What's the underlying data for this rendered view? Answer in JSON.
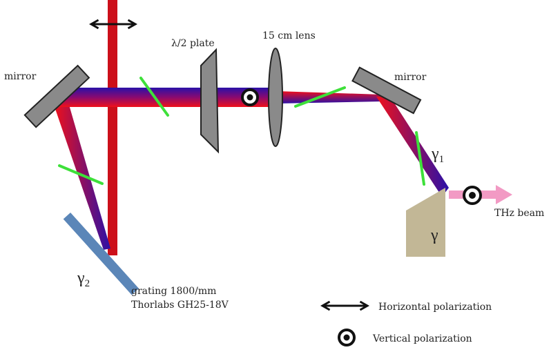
{
  "labels": {
    "mirror_left": "mirror",
    "half_wave_plate": "λ/2 plate",
    "lens": "15 cm lens",
    "mirror_right": "mirror",
    "gamma1": "γ",
    "gamma1_sub": "1",
    "gamma2": "γ",
    "gamma2_sub": "2",
    "gamma": "γ",
    "thz_beam": "THz beam",
    "grating_line1": "grating 1800/mm",
    "grating_line2": "Thorlabs GH25-18V"
  },
  "legend": {
    "horizontal": "Horizontal polarization",
    "vertical": "Vertical polarization"
  },
  "colors": {
    "beam_red": "#d9001b",
    "beam_blue": "#3a0aa0",
    "optic_gray": "#8a8a8a",
    "grating_blue": "#5b86b8",
    "crystal": "#c2b796",
    "thz_pink": "#f29ac4",
    "wavefront_green": "#3ee03a"
  }
}
